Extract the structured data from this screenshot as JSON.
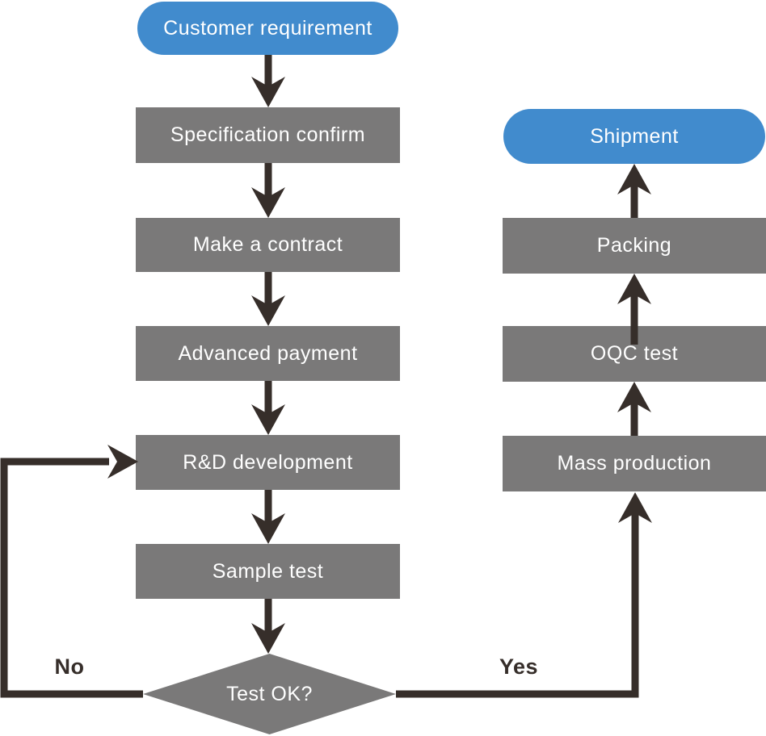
{
  "colors": {
    "node_blue": "#418BCD",
    "node_gray": "#7A7979",
    "arrow_dark": "#362E2A",
    "node_text": "#FFFFFF"
  },
  "nodes": {
    "customer_requirement": {
      "label": "Customer requirement",
      "shape": "terminator"
    },
    "specification_confirm": {
      "label": "Specification confirm",
      "shape": "process"
    },
    "make_a_contract": {
      "label": "Make a contract",
      "shape": "process"
    },
    "advanced_payment": {
      "label": "Advanced payment",
      "shape": "process"
    },
    "rd_development": {
      "label": "R&D development",
      "shape": "process"
    },
    "sample_test": {
      "label": "Sample test",
      "shape": "process"
    },
    "test_ok": {
      "label": "Test OK?",
      "shape": "decision"
    },
    "mass_production": {
      "label": "Mass production",
      "shape": "process"
    },
    "oqc_test": {
      "label": "OQC test",
      "shape": "process"
    },
    "packing": {
      "label": "Packing",
      "shape": "process"
    },
    "shipment": {
      "label": "Shipment",
      "shape": "terminator"
    }
  },
  "edge_labels": {
    "no": "No",
    "yes": "Yes"
  }
}
